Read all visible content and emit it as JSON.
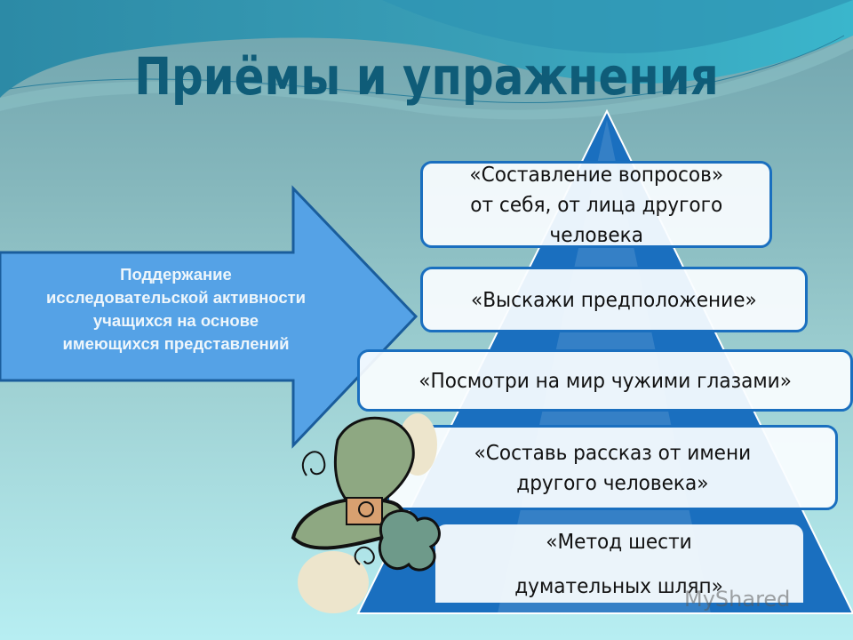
{
  "slide": {
    "title": "Приёмы и упражнения",
    "arrow_text": "Поддержание\nисследовательской активности\nучащихся на основе\nимеющихся представлений",
    "pyramid_levels": [
      {
        "label": "«Составление вопросов»\nот себя, от лица другого\nчеловека"
      },
      {
        "label": "«Выскажи предположение»"
      },
      {
        "label": "«Посмотри на мир чужими глазами»"
      },
      {
        "label": "«Составь рассказ от имени\nдругого человека»"
      },
      {
        "label": "«Метод шести\nдумательных шляп»"
      }
    ],
    "watermark": "MyShared",
    "colors": {
      "title": "#0f5c78",
      "pyramid": "#1a6fbf",
      "arrow_fill": "#55a2e6",
      "arrow_border": "#1a5d9c",
      "box_border": "#1a6fbf"
    }
  }
}
